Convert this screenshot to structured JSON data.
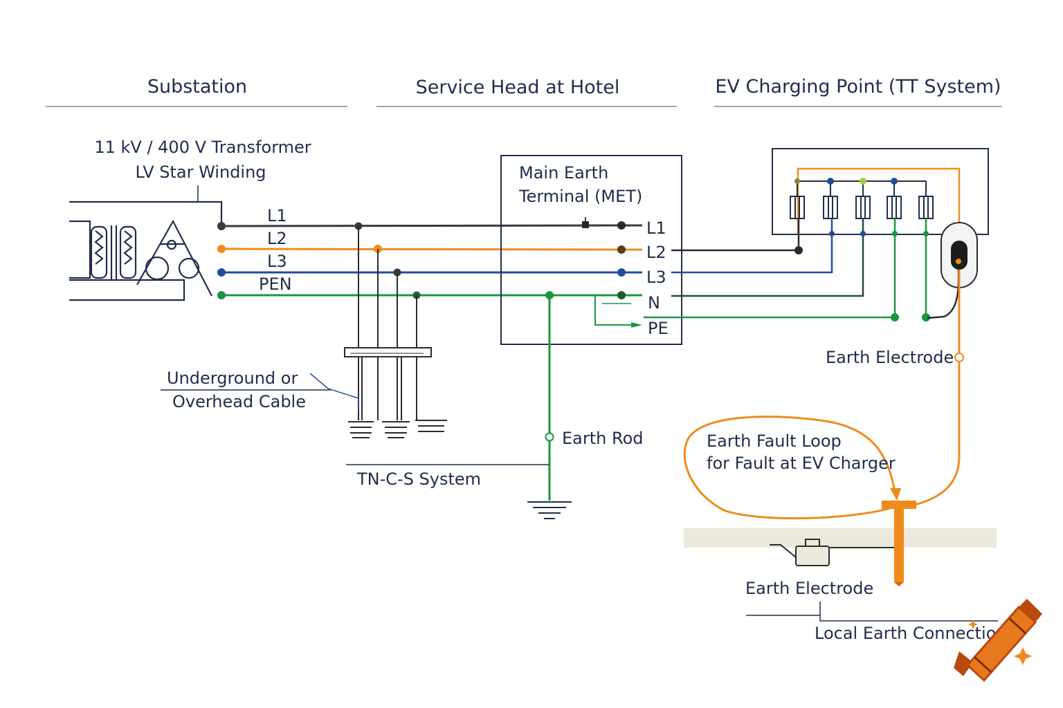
{
  "headers": {
    "substation": "Substation",
    "service_head": "Service Head at Hotel",
    "ev_point": "EV Charging Point (TT System)"
  },
  "transformer": {
    "line1": "11 kV / 400 V Transformer",
    "line2": "LV Star Winding"
  },
  "conductors": {
    "l1": "L1",
    "l2": "L2",
    "l3": "L3",
    "pen": "PEN"
  },
  "met": {
    "line1": "Main Earth",
    "line2": "Terminal  (MET)",
    "terminals": {
      "l1": "L1",
      "l2": "L2",
      "l3": "L3",
      "n": "N",
      "pe": "PE"
    }
  },
  "cable": {
    "line1": "Underground or",
    "line2": "Overhead Cable"
  },
  "earth_rod": "Earth Rod",
  "system": "TN-C-S System",
  "ev_earth_electrode": "Earth Electrode",
  "fault_loop": {
    "line1": "Earth Fault Loop",
    "line2": "for Fault at EV Charger"
  },
  "ground_earth_electrode": "Earth Electrode",
  "local_earth": "Local Earth Connectio",
  "colors": {
    "l1": "#3a3a3a",
    "l2": "#f08a1c",
    "l3": "#1f4e9a",
    "pen": "#1a9640",
    "ink": "#1f2d4a",
    "ground": "#ece8dc"
  }
}
